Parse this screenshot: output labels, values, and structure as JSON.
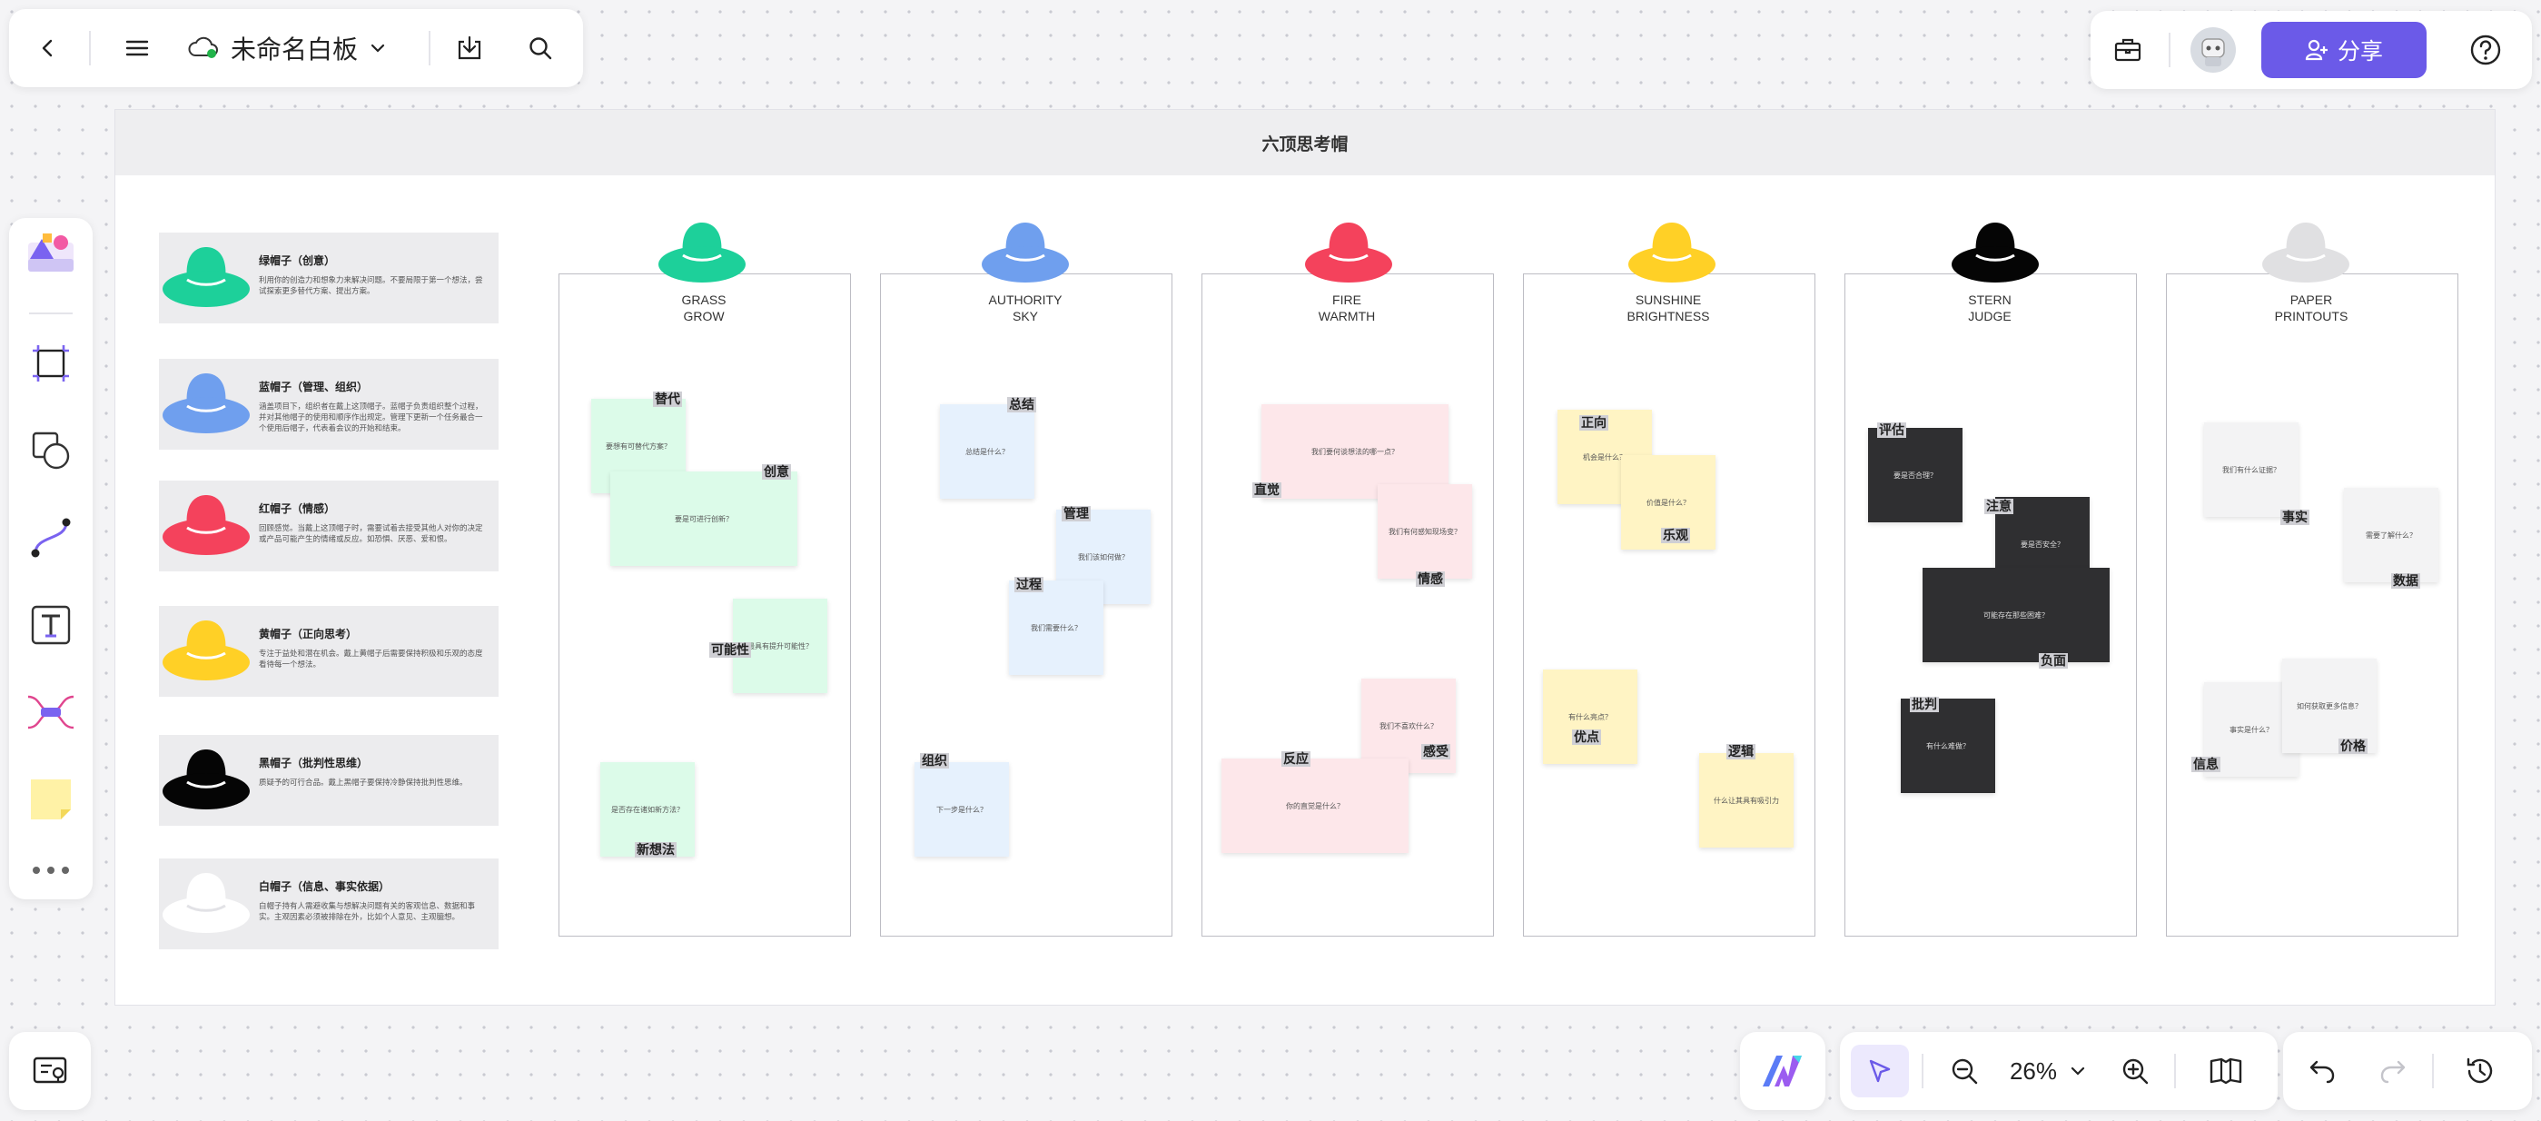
{
  "toolbar": {
    "title": "未命名白板",
    "share_label": "分享",
    "zoom": "26%"
  },
  "board": {
    "title": "六顶思考帽"
  },
  "colors": {
    "green": "#1dd09a",
    "blue": "#6f9fee",
    "red": "#f4425c",
    "yellow": "#ffd026",
    "black": "#050505",
    "white": "#ffffff",
    "gray_hat": "#e0e0e2",
    "accent": "#6b5ae8"
  },
  "legend": [
    {
      "title": "绿帽子（创意）",
      "desc": "利用你的创造力和想象力来解决问题。不要局限于第一个想法，尝试探索更多替代方案、提出方案。"
    },
    {
      "title": "蓝帽子（管理、组织）",
      "desc": "涵盖项目下，组织者在戴上这顶帽子。蓝帽子负责组织整个过程，并对其他帽子的使用和顺序作出规定。管理下更新一个任务最合一个使用后帽子，代表着会议的开始和结束。"
    },
    {
      "title": "红帽子（情感）",
      "desc": "回顾感觉。当戴上这顶帽子时，需要试着去接受其他人对你的决定或产品可能产生的情绪或反应。如恐惧、厌恶、爱和恨。"
    },
    {
      "title": "黄帽子（正向思考）",
      "desc": "专注于益处和潜在机会。戴上黄帽子后需要保持积极和乐观的态度看待每一个想法。"
    },
    {
      "title": "黑帽子（批判性思维）",
      "desc": "质疑予的可行合品。戴上黑帽子要保持冷静保持批判性思维。"
    },
    {
      "title": "白帽子（信息、事实依据）",
      "desc": "白帽子持有人需避收集与想解决问题有关的客观信息、数据和事实。主观因素必须被排除在外，比如个人意见、主观臆想。"
    }
  ],
  "columns": [
    {
      "line1": "GRASS",
      "line2": "GROW",
      "notes": [
        {
          "text": "要想有可替代方案？",
          "tag": "替代"
        },
        {
          "text": "要是可进行创新？",
          "tag": "创意"
        },
        {
          "text": "最具有提升可能性？",
          "tag": "可能性"
        },
        {
          "text": "是否存在诸如新方法？",
          "tag": "新想法"
        }
      ]
    },
    {
      "line1": "AUTHORITY",
      "line2": "SKY",
      "notes": [
        {
          "text": "总结是什么？",
          "tag": "总结"
        },
        {
          "text": "我们该如何做？",
          "tag": "管理"
        },
        {
          "text": "我们需要什么？",
          "tag": "过程"
        },
        {
          "text": "下一步是什么？",
          "tag": "组织"
        }
      ]
    },
    {
      "line1": "FIRE",
      "line2": "WARMTH",
      "notes": [
        {
          "text": "我们要何谈想法的哪一点？",
          "tag": "直觉"
        },
        {
          "text": "我们有何感知现场变？",
          "tag": "情感"
        },
        {
          "text": "我们不喜欢什么？",
          "tag": "感受"
        },
        {
          "text": "你的直觉是什么？",
          "tag": "反应"
        }
      ]
    },
    {
      "line1": "SUNSHINE",
      "line2": "BRIGHTNESS",
      "notes": [
        {
          "text": "机会是什么？",
          "tag": "正向"
        },
        {
          "text": "价值是什么？",
          "tag": "乐观"
        },
        {
          "text": "有什么亮点？",
          "tag": "优点"
        },
        {
          "text": "什么让其具有吸引力",
          "tag": "逻辑"
        }
      ]
    },
    {
      "line1": "STERN",
      "line2": "JUDGE",
      "notes": [
        {
          "text": "要是否合理？",
          "tag": "评估"
        },
        {
          "text": "要是否安全？",
          "tag": "注意"
        },
        {
          "text": "可能存在那些困难？",
          "tag": "负面"
        },
        {
          "text": "有什么难做？",
          "tag": "批判"
        }
      ]
    },
    {
      "line1": "PAPER",
      "line2": "PRINTOUTS",
      "notes": [
        {
          "text": "我们有什么证据？",
          "tag": "事实"
        },
        {
          "text": "需要了解什么？",
          "tag": "数据"
        },
        {
          "text": "事实是什么？",
          "tag": "信息"
        },
        {
          "text": "如何获取更多信息？",
          "tag": "价格"
        }
      ]
    }
  ]
}
